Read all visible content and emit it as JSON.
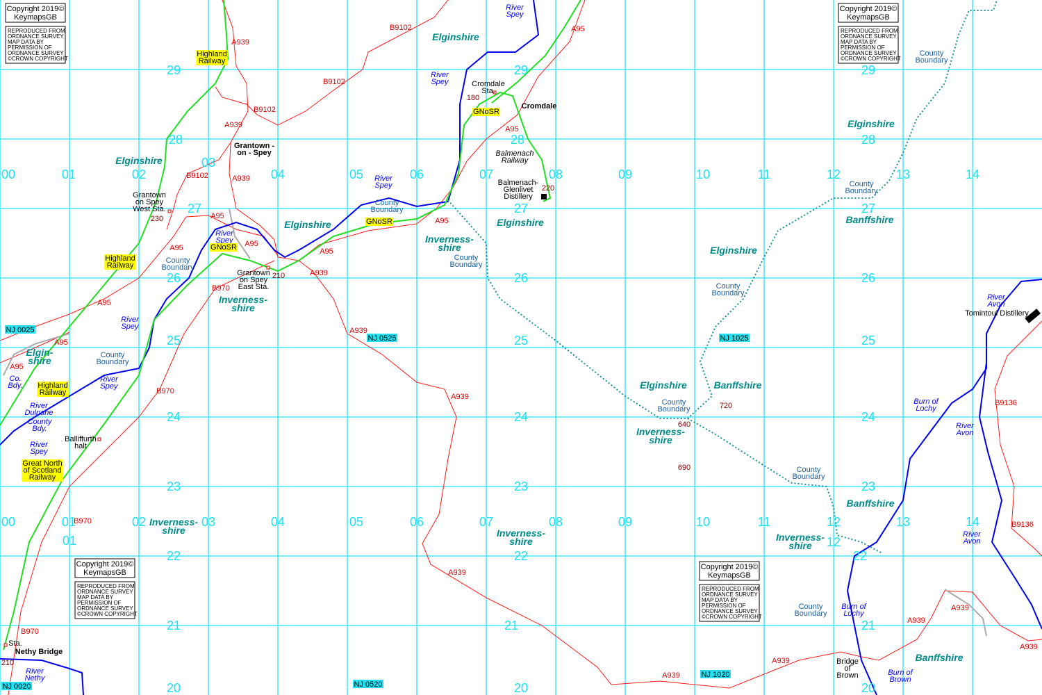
{
  "title": "Keymaps GB OS grid map — Grantown-on-Spey / Cromdale area",
  "colors": {
    "grid": "#3ee8ff",
    "road": "#ff1a1a",
    "river": "#0000ee",
    "railway": "#22dd22",
    "boundary": "#1a9090",
    "rail_label_bg": "#ffff00",
    "ref_bg": "#22e0f0"
  },
  "copyright": {
    "line1": "Copyright 2019©",
    "line2": "KeymapsGB",
    "notice": [
      "REPRODUCED FROM",
      "ORDNANCE SURVEY",
      "MAP DATA BY",
      "PERMISSION OF",
      "ORDNANCE SURVEY",
      "©CROWN COPYRIGHT"
    ]
  },
  "grid": {
    "eastings": [
      "00",
      "01",
      "02",
      "03",
      "04",
      "05",
      "06",
      "07",
      "08",
      "09",
      "10",
      "11",
      "12",
      "13",
      "14"
    ],
    "northings": [
      "29",
      "28",
      "27",
      "26",
      "25",
      "24",
      "23",
      "22",
      "21",
      "20"
    ]
  },
  "labels": {
    "roads": [
      "A939",
      "B9102",
      "A95",
      "B9102",
      "B9102",
      "A939",
      "B9102",
      "A939",
      "A95",
      "A95",
      "A95",
      "A95",
      "A95",
      "A95",
      "A939",
      "B970",
      "A95",
      "A95",
      "A95",
      "A939",
      "B970",
      "A939",
      "B970",
      "A939",
      "B970",
      "A939",
      "A939",
      "A939",
      "A939",
      "A939",
      "B9136",
      "B9136"
    ],
    "heights": [
      "180",
      "220",
      "230",
      "210",
      "720",
      "640",
      "690",
      "210"
    ],
    "rivers": [
      [
        "River",
        "Spey"
      ],
      [
        "River",
        "Spey"
      ],
      [
        "River",
        "Spey"
      ],
      [
        "River",
        "Spey"
      ],
      [
        "River",
        "Spey"
      ],
      [
        "River",
        "Spey"
      ],
      [
        "River",
        "Spey"
      ],
      [
        "River",
        "Dulnane"
      ],
      [
        "River",
        "Nethy"
      ],
      [
        "River",
        "Avon"
      ],
      [
        "River",
        "Avon"
      ],
      [
        "River",
        "Avon"
      ],
      [
        "Burn of",
        "Lochy"
      ],
      [
        "Burn of",
        "Lochy"
      ],
      [
        "Burn of",
        "Brown"
      ],
      [
        "Co.",
        "Bdy."
      ],
      [
        "County",
        "Bdy."
      ]
    ],
    "boundaries": [
      [
        "County",
        "Boundary"
      ],
      [
        "County",
        "Boundary"
      ],
      [
        "County",
        "Boundary"
      ],
      [
        "County",
        "Boundary"
      ],
      [
        "County",
        "Boundary"
      ],
      [
        "County",
        "Boundary"
      ],
      [
        "County",
        "Boundary"
      ],
      [
        "County",
        "Boundary"
      ],
      [
        "County",
        "Boundary"
      ],
      [
        "County",
        "Boundary"
      ]
    ],
    "counties": [
      [
        "Elginshire"
      ],
      [
        "Elginshire"
      ],
      [
        "Elginshire"
      ],
      [
        "Elginshire"
      ],
      [
        "Elginshire"
      ],
      [
        "Elginshire"
      ],
      [
        "Elginshire"
      ],
      [
        "Elgin-",
        "shire"
      ],
      [
        "Banffshire"
      ],
      [
        "Banffshire"
      ],
      [
        "Banffshire"
      ],
      [
        "Banffshire"
      ],
      [
        "Inverness-",
        "shire"
      ],
      [
        "Inverness-",
        "shire"
      ],
      [
        "Inverness-",
        "shire"
      ],
      [
        "Inverness-",
        "shire"
      ],
      [
        "Inverness-",
        "shire"
      ],
      [
        "Inverness-",
        "shire"
      ]
    ],
    "places": [
      [
        "Cromdale",
        "Sta."
      ],
      [
        "Grantown",
        "on Spey",
        "West Sta."
      ],
      [
        "Grantown",
        "on Spey",
        "East Sta."
      ],
      [
        "Balmenach-",
        "Glenlivet",
        "Distillery"
      ],
      [
        "Tomintoul Distillery"
      ],
      [
        "Balliffurth",
        "halt"
      ],
      [
        "Sta."
      ],
      [
        "Bridge",
        "of",
        "Brown"
      ]
    ],
    "places_bold": [
      [
        "Cromdale"
      ],
      [
        "Grantown -",
        "on - Spey"
      ],
      [
        "Nethy Bridge"
      ]
    ],
    "places_italic": [
      [
        "Balmenach",
        "Railway"
      ]
    ],
    "railways": [
      [
        "Highland",
        "Railway"
      ],
      [
        "Highland",
        "Railway"
      ],
      [
        "Highland",
        "Railway"
      ],
      [
        "GNoSR"
      ],
      [
        "GNoSR"
      ],
      [
        "GNoSR"
      ],
      [
        "Great North",
        "of Scotland",
        "Railway"
      ]
    ],
    "grid_refs": [
      "NJ 0025",
      "NJ 0525",
      "NJ 1025",
      "NJ 0020",
      "NJ 0520",
      "NJ 1020"
    ]
  }
}
